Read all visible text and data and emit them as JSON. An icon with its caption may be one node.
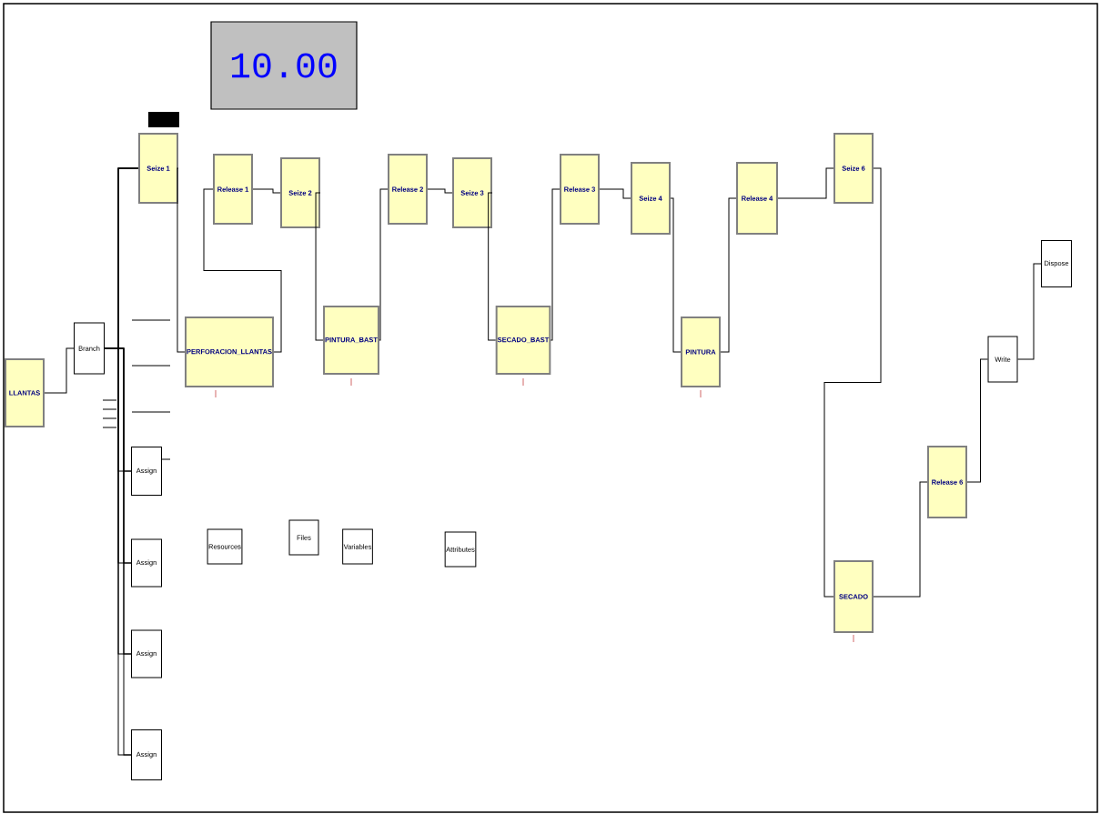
{
  "diagram": {
    "nodes": [
      {
        "text": [
          "10.00"
        ]
      },
      {
        "text": [
          "Seize 1"
        ]
      },
      {
        "text": [
          "Release 1"
        ]
      },
      {
        "text": [
          "Seize 2"
        ]
      },
      {
        "text": [
          "PERFORACION_LLANTAS"
        ]
      },
      {
        "text": [
          "PINTURA_BAST"
        ]
      },
      {
        "text": [
          "Release 2"
        ]
      },
      {
        "text": [
          "Seize 3"
        ]
      },
      {
        "text": [
          "SECADO_BAST"
        ]
      },
      {
        "text": [
          "Release 3"
        ]
      },
      {
        "text": [
          "Seize 4"
        ]
      },
      {
        "text": [
          "PINTURA"
        ]
      },
      {
        "text": [
          "Release 4"
        ]
      },
      {
        "text": [
          "Seize 6"
        ]
      },
      {
        "text": [
          "SECADO"
        ]
      },
      {
        "text": [
          "Release 6"
        ]
      },
      {
        "text": [
          "Write"
        ]
      },
      {
        "text": [
          "Dispose"
        ]
      },
      {
        "text": [
          "LLANTAS"
        ]
      },
      {
        "text": [
          "Branch"
        ]
      },
      {
        "text": [
          "Assign"
        ]
      },
      {
        "text": [
          "Assign"
        ]
      },
      {
        "text": [
          "Assign"
        ]
      },
      {
        "text": [
          "Assign"
        ]
      },
      {
        "text": [
          "Resources"
        ]
      },
      {
        "text": [
          "Files"
        ]
      },
      {
        "text": [
          "Variables"
        ]
      },
      {
        "text": [
          "Attributes"
        ]
      }
    ],
    "edges": [
      {
        "from": 18,
        "to": 19,
        "arrow": "none"
      },
      {
        "from": 19,
        "to": 20,
        "arrow": "none"
      },
      {
        "from": 19,
        "to": 21,
        "arrow": "none"
      },
      {
        "from": 19,
        "to": 22,
        "arrow": "none"
      },
      {
        "from": 19,
        "to": 23,
        "arrow": "none"
      },
      {
        "from": 20,
        "to": 1,
        "arrow": "none"
      },
      {
        "from": 21,
        "to": 1,
        "arrow": "none"
      },
      {
        "from": 22,
        "to": 1,
        "arrow": "none"
      },
      {
        "from": 23,
        "to": 1,
        "arrow": "none"
      },
      {
        "from": 1,
        "to": 4,
        "arrow": "none"
      },
      {
        "from": 4,
        "to": 2,
        "arrow": "none"
      },
      {
        "from": 2,
        "to": 3,
        "arrow": "none"
      },
      {
        "from": 3,
        "to": 5,
        "arrow": "none"
      },
      {
        "from": 5,
        "to": 6,
        "arrow": "none"
      },
      {
        "from": 6,
        "to": 7,
        "arrow": "none"
      },
      {
        "from": 7,
        "to": 8,
        "arrow": "none"
      },
      {
        "from": 8,
        "to": 9,
        "arrow": "none"
      },
      {
        "from": 9,
        "to": 10,
        "arrow": "none"
      },
      {
        "from": 10,
        "to": 11,
        "arrow": "none"
      },
      {
        "from": 11,
        "to": 12,
        "arrow": "none"
      },
      {
        "from": 12,
        "to": 13,
        "arrow": "none"
      },
      {
        "from": 13,
        "to": 14,
        "arrow": "none"
      },
      {
        "from": 14,
        "to": 15,
        "arrow": "none"
      },
      {
        "from": 15,
        "to": 16,
        "arrow": "none"
      },
      {
        "from": 16,
        "to": 17,
        "arrow": "none"
      }
    ]
  }
}
